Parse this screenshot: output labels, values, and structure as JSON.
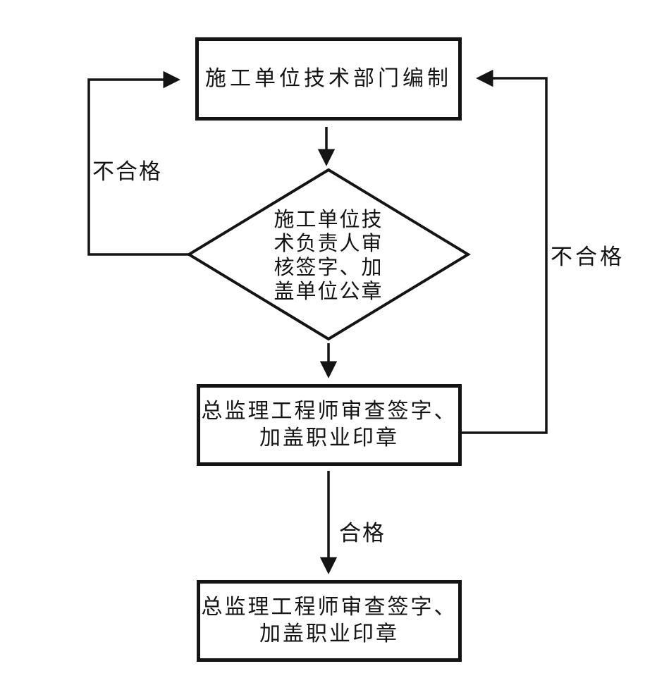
{
  "diagram": {
    "background": "#ffffff",
    "ink_color": "#141414",
    "nodes": {
      "start_box": {
        "type": "process",
        "label": "施工单位技术部门编制"
      },
      "review_diamond": {
        "type": "decision",
        "lines": [
          "施工单位技",
          "术负责人审",
          "核签字、加",
          "盖单位公章"
        ]
      },
      "chief_box": {
        "type": "process",
        "lines": [
          "总监理工程师审查签字、",
          "加盖职业印章"
        ]
      },
      "final_box": {
        "type": "process",
        "lines": [
          "总监理工程师审查签字、",
          "加盖职业印章"
        ]
      }
    },
    "edges": {
      "start_to_review": {
        "from": "start_box",
        "to": "review_diamond"
      },
      "review_to_chief": {
        "from": "review_diamond",
        "to": "chief_box"
      },
      "chief_to_final": {
        "from": "chief_box",
        "to": "final_box",
        "label": "合格"
      },
      "review_fail_return": {
        "from": "review_diamond",
        "to": "start_box",
        "side": "left",
        "label": "不合格"
      },
      "chief_fail_return": {
        "from": "chief_box",
        "to": "start_box",
        "side": "right",
        "label": "不合格"
      }
    }
  }
}
